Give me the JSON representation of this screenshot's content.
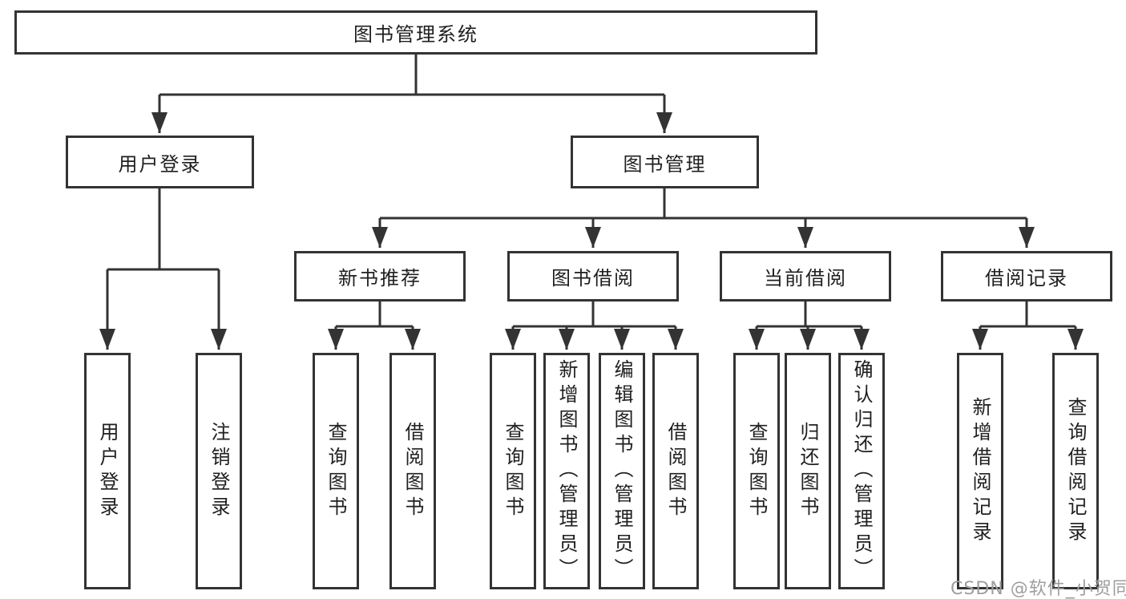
{
  "tree": {
    "label": "图书管理系统",
    "children": [
      {
        "label": "用户登录",
        "children": [
          {
            "label": "用户登录"
          },
          {
            "label": "注销登录"
          }
        ]
      },
      {
        "label": "图书管理",
        "children": [
          {
            "label": "新书推荐",
            "children": [
              {
                "label": "查询图书"
              },
              {
                "label": "借阅图书"
              }
            ]
          },
          {
            "label": "图书借阅",
            "children": [
              {
                "label": "查询图书"
              },
              {
                "label": "新增图书（管理员）"
              },
              {
                "label": "编辑图书（管理员）"
              },
              {
                "label": "借阅图书"
              }
            ]
          },
          {
            "label": "当前借阅",
            "children": [
              {
                "label": "查询图书"
              },
              {
                "label": "归还图书"
              },
              {
                "label": "确认归还（管理员）"
              }
            ]
          },
          {
            "label": "借阅记录",
            "children": [
              {
                "label": "新增借阅记录"
              },
              {
                "label": "查询借阅记录"
              }
            ]
          }
        ]
      }
    ]
  },
  "watermark": {
    "text": "CSDN @软件_小贺同学"
  },
  "colors": {
    "line": "#333333",
    "text": "#1f1f1f",
    "background": "#ffffff",
    "watermark": "#9e9e9e"
  }
}
